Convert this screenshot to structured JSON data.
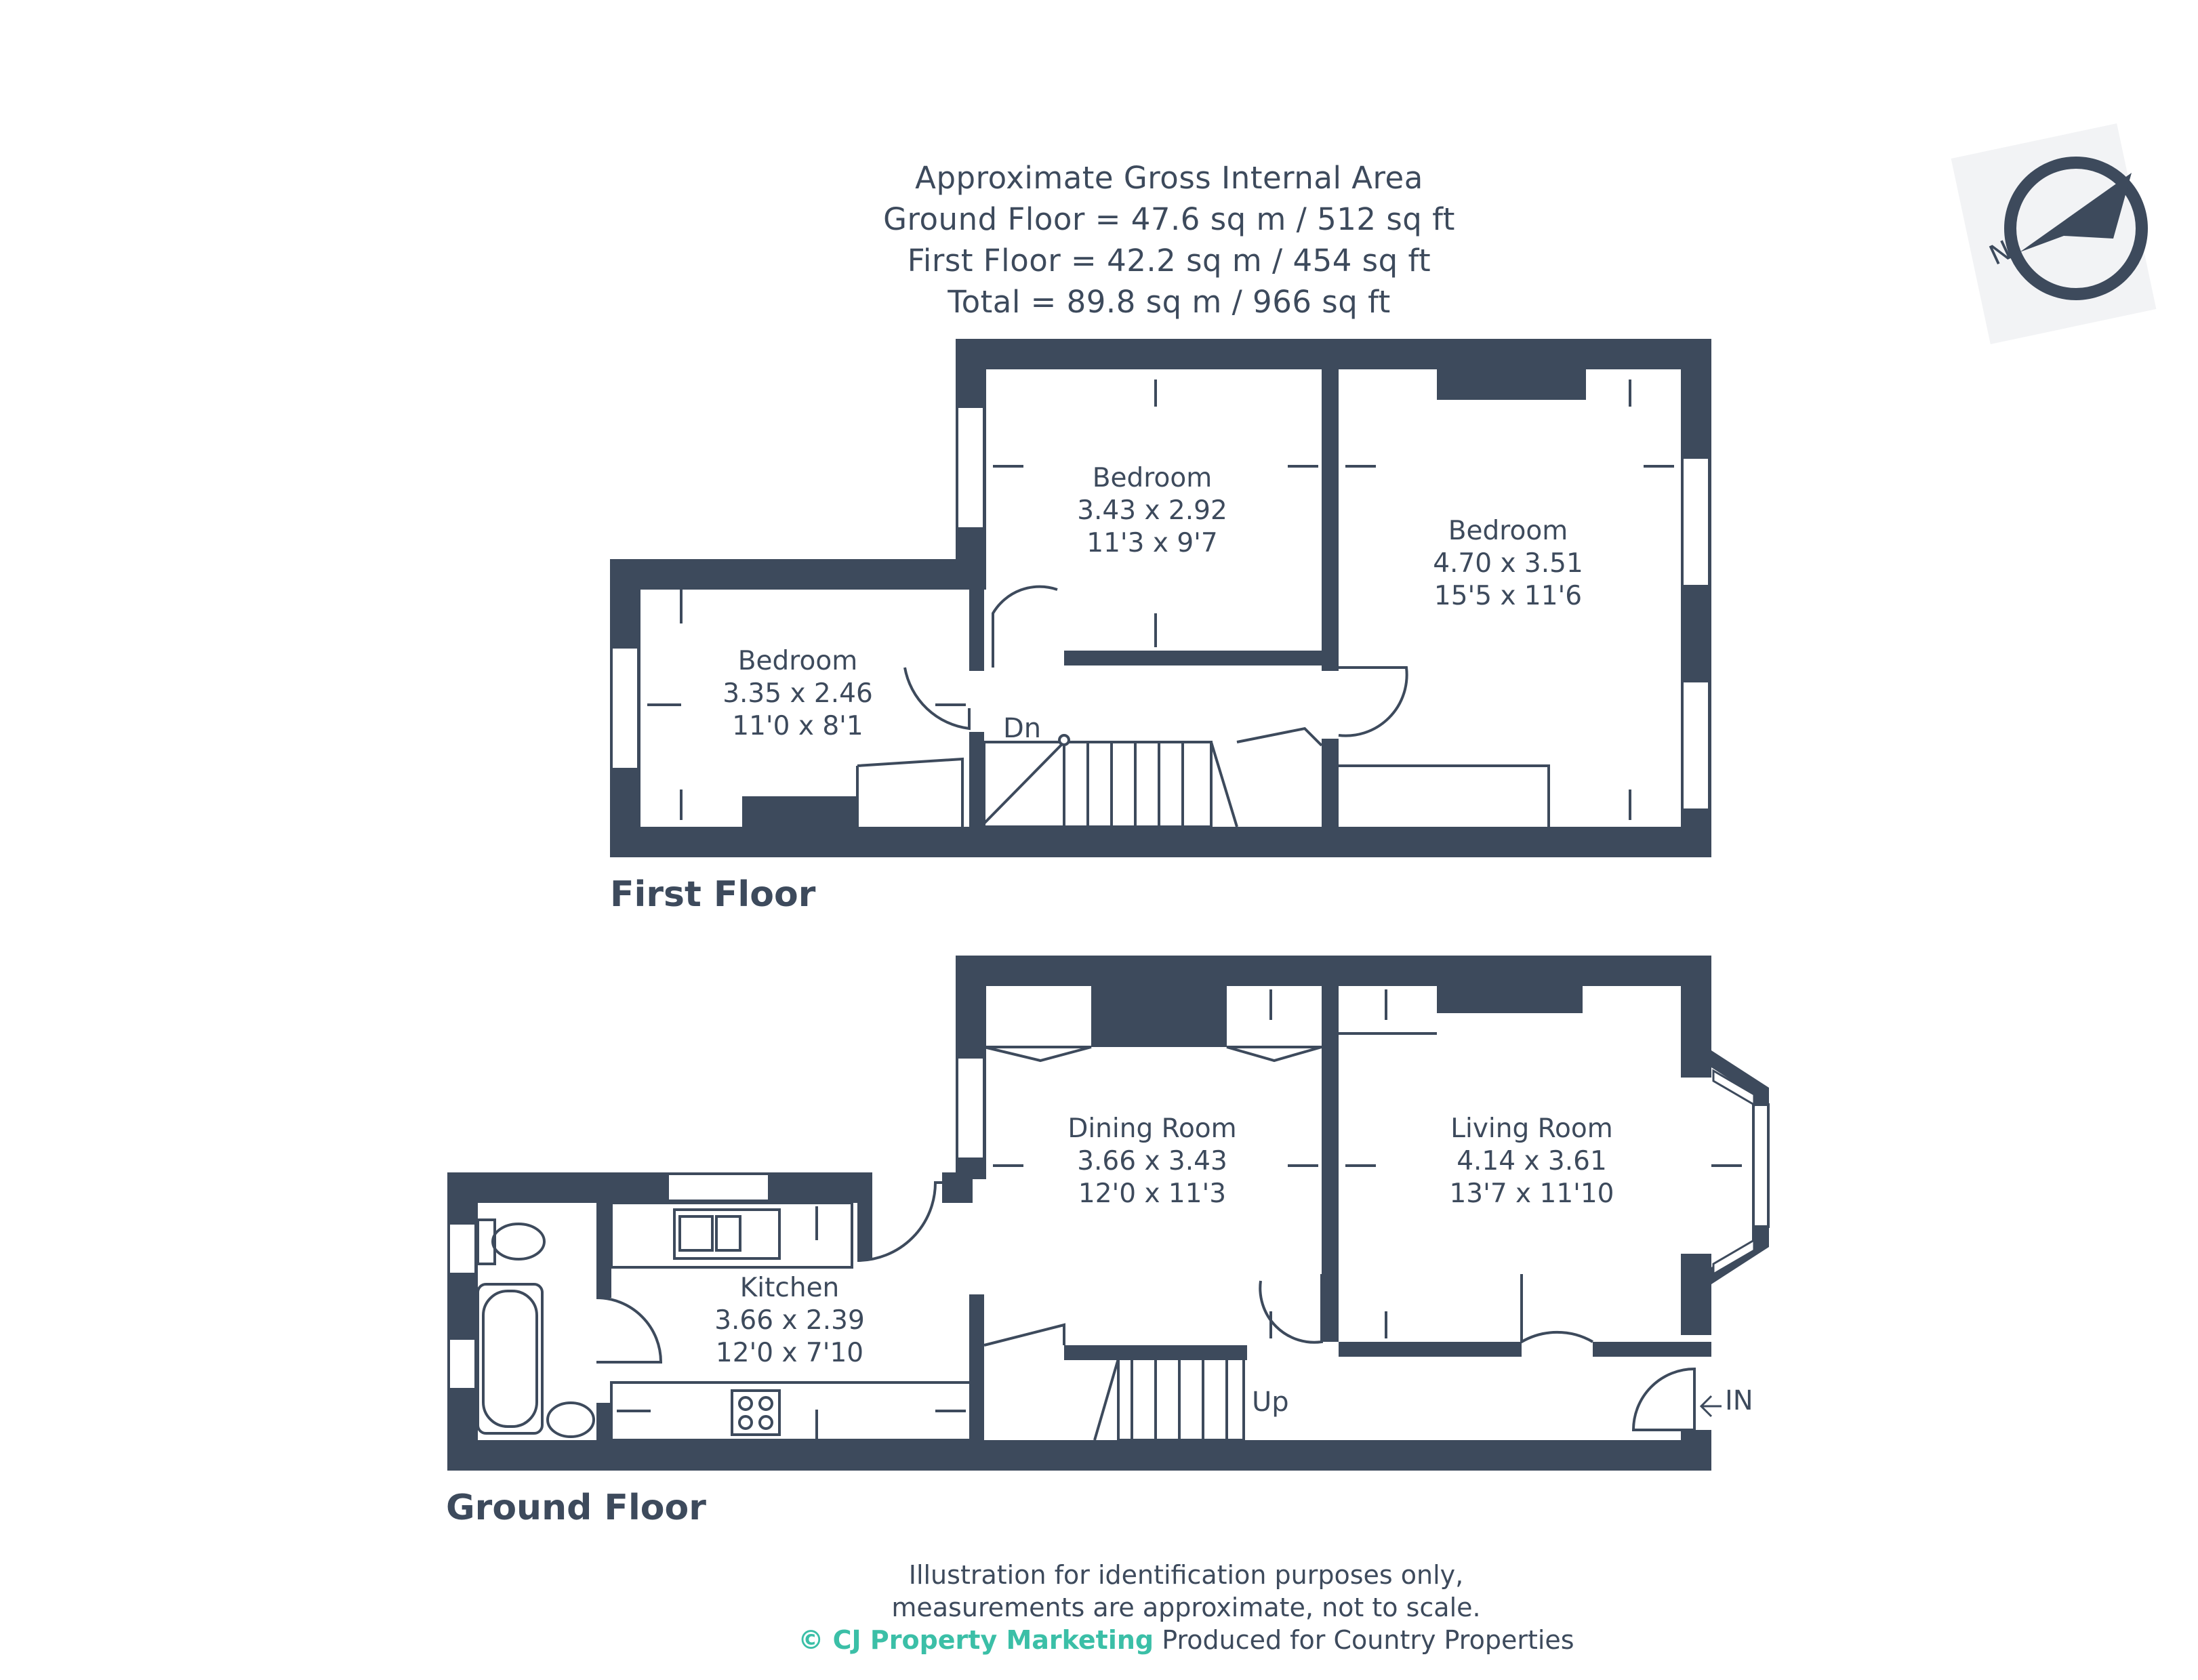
{
  "area_summary": {
    "heading": "Approximate Gross Internal Area",
    "ground_floor": "Ground Floor = 47.6 sq m / 512 sq ft",
    "first_floor": "First Floor = 42.2 sq m / 454 sq ft",
    "total": "Total = 89.8 sq m / 966 sq ft"
  },
  "compass": {
    "letter": "N",
    "icon": "north-compass-icon"
  },
  "first_floor": {
    "label": "First Floor",
    "rooms": [
      {
        "name": "Bedroom",
        "metric": "3.35 x 2.46",
        "imperial": "11'0 x 8'1"
      },
      {
        "name": "Bedroom",
        "metric": "3.43 x 2.92",
        "imperial": "11'3 x 9'7"
      },
      {
        "name": "Bedroom",
        "metric": "4.70 x 3.51",
        "imperial": "15'5 x 11'6"
      }
    ],
    "stairs_label": "Dn"
  },
  "ground_floor": {
    "label": "Ground Floor",
    "rooms": [
      {
        "name": "Kitchen",
        "metric": "3.66 x 2.39",
        "imperial": "12'0 x 7'10"
      },
      {
        "name": "Dining Room",
        "metric": "3.66 x 3.43",
        "imperial": "12'0 x 11'3"
      },
      {
        "name": "Living Room",
        "metric": "4.14 x 3.61",
        "imperial": "13'7 x 11'10"
      }
    ],
    "stairs_label": "Up",
    "entrance_label": "IN"
  },
  "footer": {
    "line1": "Illustration for identification purposes only,",
    "line2": "measurements are approximate, not to scale.",
    "brand": "© CJ Property Marketing",
    "produced_for": "Produced for Country Properties"
  },
  "colors": {
    "wall": "#3d4a5c",
    "brand": "#3bbfa7",
    "background": "#ffffff"
  }
}
